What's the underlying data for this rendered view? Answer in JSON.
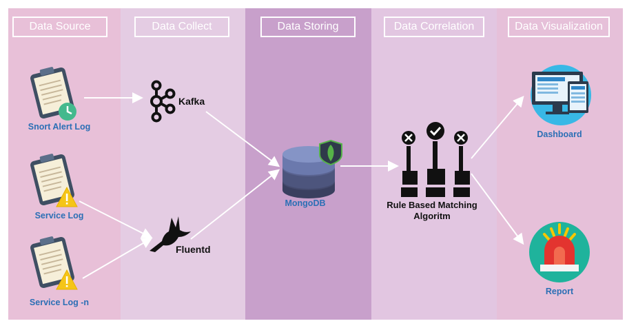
{
  "columns": [
    {
      "header": "Data Source"
    },
    {
      "header": "Data Collect"
    },
    {
      "header": "Data Storing"
    },
    {
      "header": "Data Correlation"
    },
    {
      "header": "Data Visualization"
    }
  ],
  "sources": [
    {
      "label": "Snort Alert Log",
      "badge": "clock-badge"
    },
    {
      "label": "Service Log",
      "badge": "warning-badge"
    },
    {
      "label": "Service Log -n",
      "badge": "warning-badge"
    }
  ],
  "collectors": [
    {
      "label": "Kafka",
      "icon": "kafka-icon"
    },
    {
      "label": "Fluentd",
      "icon": "hummingbird-icon"
    }
  ],
  "storage": {
    "label": "MongoDB",
    "icon": "database-icon"
  },
  "correlation": {
    "label_line1": "Rule Based Matching",
    "label_line2": "Algoritm",
    "icon": "thumbs-vote-icon"
  },
  "outputs": [
    {
      "label": "Dashboard",
      "icon": "monitor-icon"
    },
    {
      "label": "Report",
      "icon": "alarm-siren-icon"
    }
  ],
  "colors": {
    "col_source": "#e8c0d8",
    "col_collect": "#e4cce3",
    "col_store": "#c8a0cb",
    "col_correlate": "#e2c6e1",
    "col_visual": "#e6c0d9",
    "label_blue": "#2b6fb5"
  }
}
